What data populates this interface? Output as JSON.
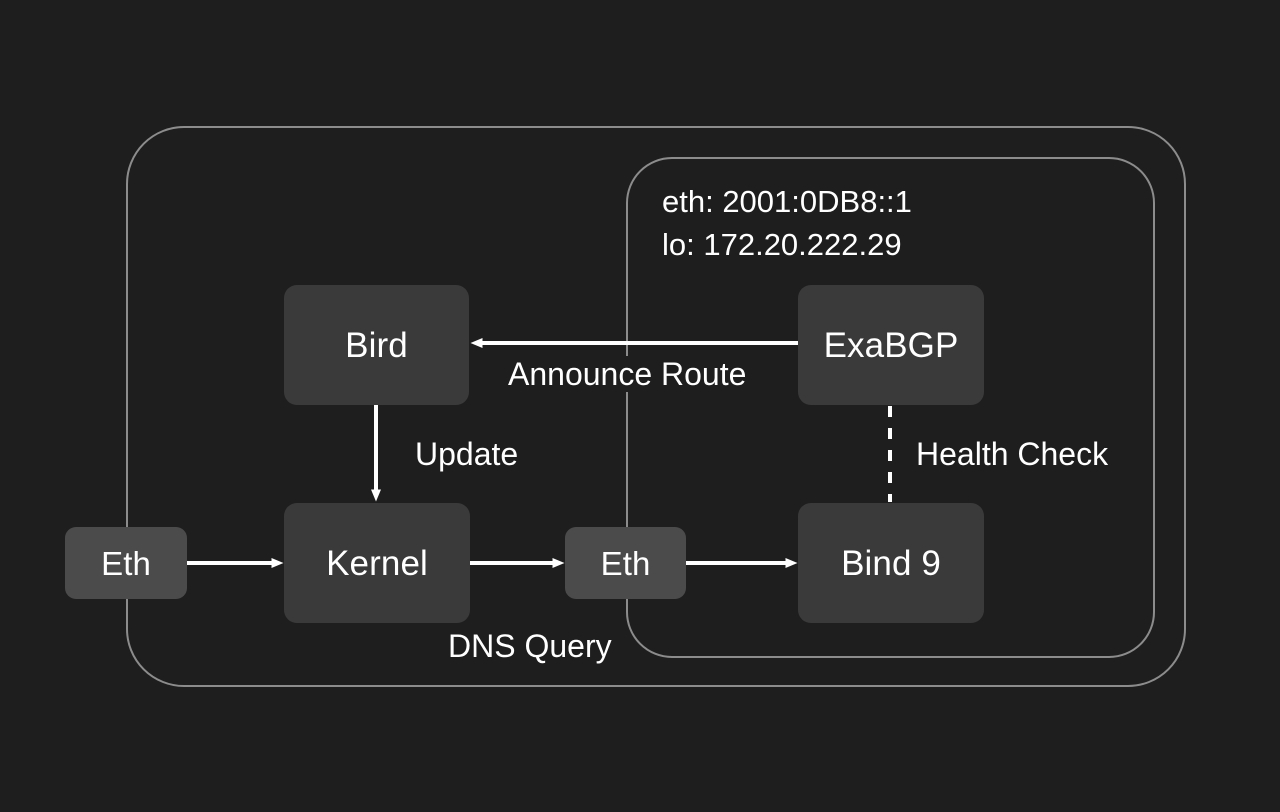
{
  "diagram": {
    "type": "network-architecture-flow",
    "background_color": "#1e1e1e",
    "node_fill": "#3a3a3a",
    "interface_node_fill": "#4b4b4b",
    "stroke_color": "#ffffff",
    "container_stroke": "#8c8c8c",
    "containers": [
      {
        "name": "outer-host-boundary",
        "label": ""
      },
      {
        "name": "inner-service-boundary",
        "label": ""
      }
    ],
    "interface_note": {
      "eth": "eth: 2001:0DB8::1",
      "lo": "lo: 172.20.222.29"
    },
    "nodes": [
      {
        "id": "eth-left",
        "label": "Eth",
        "kind": "interface"
      },
      {
        "id": "kernel",
        "label": "Kernel",
        "kind": "service"
      },
      {
        "id": "bird",
        "label": "Bird",
        "kind": "service"
      },
      {
        "id": "eth-mid",
        "label": "Eth",
        "kind": "interface"
      },
      {
        "id": "exabgp",
        "label": "ExaBGP",
        "kind": "service"
      },
      {
        "id": "bind9",
        "label": "Bind 9",
        "kind": "service"
      }
    ],
    "edges": [
      {
        "id": "exabgp-to-bird",
        "label": "Announce Route",
        "style": "solid",
        "from": "exabgp",
        "to": "bird"
      },
      {
        "id": "bird-to-kernel",
        "label": "Update",
        "style": "solid",
        "from": "bird",
        "to": "kernel"
      },
      {
        "id": "exabgp-to-bind9",
        "label": "Health Check",
        "style": "dashed",
        "from": "exabgp",
        "to": "bind9"
      },
      {
        "id": "ethleft-to-kernel",
        "label": "",
        "style": "solid",
        "from": "eth-left",
        "to": "kernel"
      },
      {
        "id": "kernel-to-ethmid",
        "label": "DNS Query",
        "style": "solid",
        "from": "kernel",
        "to": "eth-mid"
      },
      {
        "id": "ethmid-to-bind9",
        "label": "",
        "style": "solid",
        "from": "eth-mid",
        "to": "bind9"
      }
    ]
  }
}
